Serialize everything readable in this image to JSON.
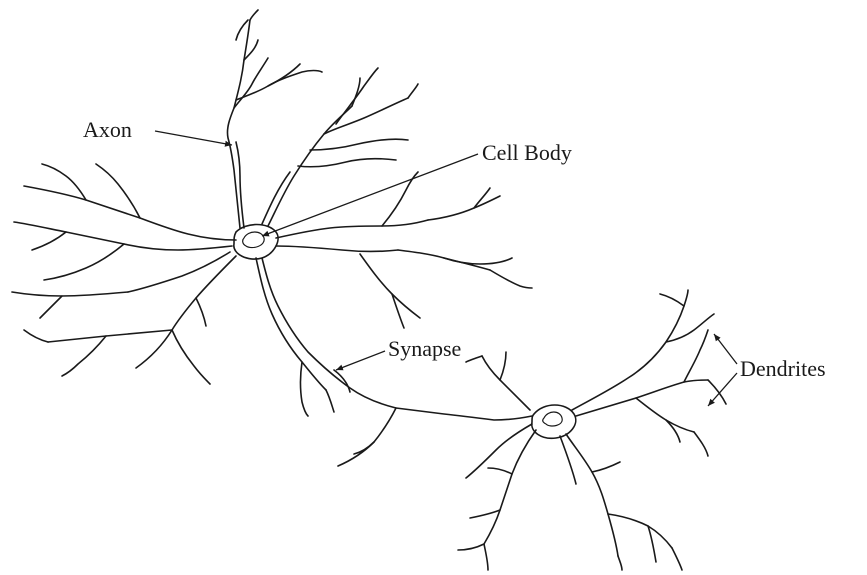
{
  "labels": {
    "axon": "Axon",
    "cell_body": "Cell Body",
    "synapse": "Synapse",
    "dendrites": "Dendrites"
  },
  "colors": {
    "ink": "#1a1a1a",
    "background": "#ffffff"
  }
}
